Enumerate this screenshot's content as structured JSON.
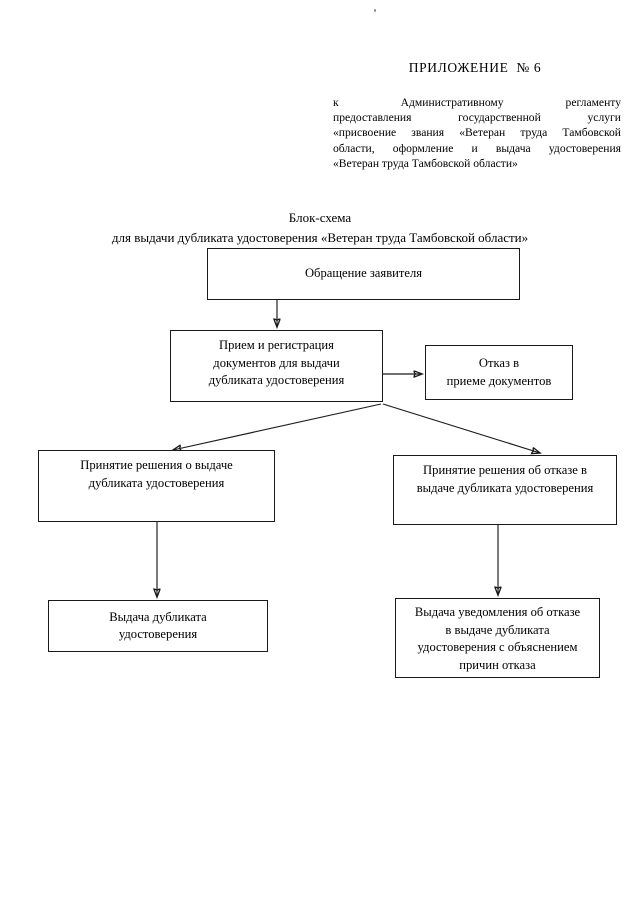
{
  "document": {
    "appendix_title": "ПРИЛОЖЕНИЕ  № 6",
    "reference": {
      "line1": "к        Административному        регламенту",
      "line2": "предоставления        государственной        услуги",
      "line3": "«присвоение  звания «Ветеран труда Тамбовской",
      "line4": "области,  оформление  и  выдача  удостоверения",
      "line5": "«Ветеран труда Тамбовской области»"
    },
    "scheme_title": "Блок-схема",
    "scheme_subtitle": "для выдачи дубликата удостоверения «Ветеран труда Тамбовской области»"
  },
  "chart_data": {
    "type": "diagram",
    "title": "Блок-схема",
    "subtitle": "для выдачи дубликата удостоверения «Ветеран труда Тамбовской области»",
    "nodes": [
      {
        "id": "appeal",
        "label": "Обращение заявителя"
      },
      {
        "id": "intake",
        "label": "Прием и регистрация\nдокументов для  выдачи\nдубликата удостоверения"
      },
      {
        "id": "refusal",
        "label": "Отказ в\nприеме документов"
      },
      {
        "id": "decision_ok",
        "label": "Принятие решения  о   выдаче\nдубликата удостоверения"
      },
      {
        "id": "decision_no",
        "label": "Принятие решения об отказе в\nвыдаче дубликата удостоверения"
      },
      {
        "id": "issue",
        "label": "Выдача дубликата\nудостоверения"
      },
      {
        "id": "notice",
        "label": "Выдача уведомления об отказе\nв выдаче дубликата\nудостоверения с объяснением\nпричин отказа"
      }
    ],
    "edges": [
      {
        "from": "appeal",
        "to": "intake",
        "direction": "down"
      },
      {
        "from": "intake",
        "to": "refusal",
        "direction": "right"
      },
      {
        "from": "intake",
        "to": "decision_ok",
        "direction": "down-left"
      },
      {
        "from": "intake",
        "to": "decision_no",
        "direction": "down-right"
      },
      {
        "from": "decision_ok",
        "to": "issue",
        "direction": "down"
      },
      {
        "from": "decision_no",
        "to": "notice",
        "direction": "down"
      }
    ],
    "colors": {
      "stroke": "#1a1a1a",
      "fill": "#ffffff",
      "text": "#000000"
    }
  }
}
